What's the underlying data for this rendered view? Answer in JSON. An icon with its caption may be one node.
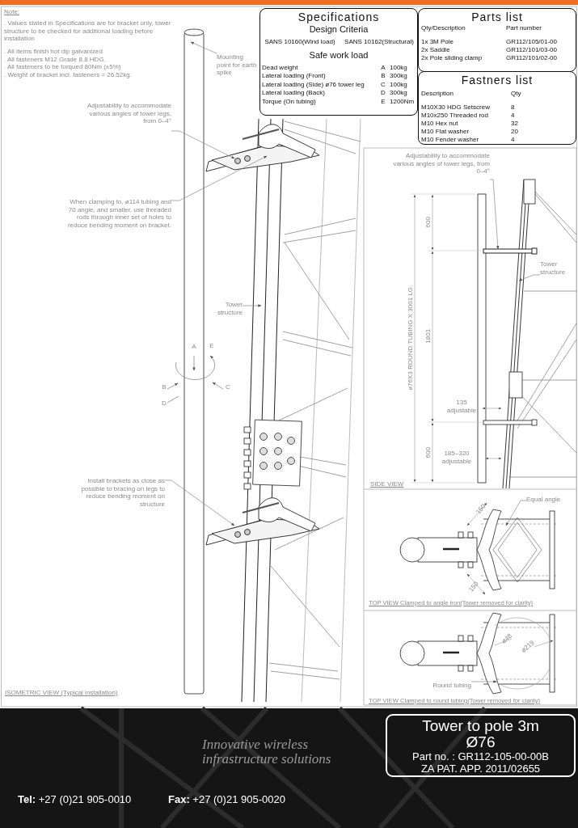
{
  "diagram": {
    "nodes": [
      {
        "text": [
          "Specifications"
        ]
      },
      {
        "text": [
          "Parts list"
        ]
      },
      {
        "text": [
          "Fastners list"
        ]
      },
      {
        "text": [
          "Mounting point for earth spike"
        ]
      },
      {
        "text": [
          "Adjustability to accommodate various angles of tower legs, from 0–4°"
        ]
      },
      {
        "text": [
          "When clamping to, ø114 tubing and 70 angle, and smaller, use threaded rods through inner set of holes to reduce bending moment on bracket."
        ]
      },
      {
        "text": [
          "Tower structure"
        ]
      },
      {
        "text": [
          "Install brackets as close as possible to bracing on legs to reduce bending moment on structure"
        ]
      },
      {
        "text": [
          "Adjustability to accommodate various angles of tower legs, from 0–4°"
        ]
      },
      {
        "text": [
          "Tower structure"
        ]
      },
      {
        "text": [
          "Equal angle"
        ]
      },
      {
        "text": [
          "Round tubing"
        ]
      },
      {
        "text": [
          "Tower to pole 3m Ø76",
          "Part no. : GR112-105-00-00B",
          "ZA PAT. APP. 2011/02655"
        ]
      },
      {
        "text": [],
        "shape": "cylinder"
      },
      {
        "text": [],
        "shape": "picture"
      },
      {
        "text": [],
        "shape": "picture"
      },
      {
        "text": [],
        "shape": "picture"
      },
      {
        "text": [],
        "shape": "bar"
      },
      {
        "text": [],
        "shape": "picture"
      },
      {
        "text": [],
        "shape": "diamond"
      },
      {
        "text": [],
        "shape": "circle"
      }
    ],
    "edges": [
      {
        "from": 3,
        "to": 13,
        "arrow": "to"
      },
      {
        "from": 4,
        "to": 14,
        "arrow": "to"
      },
      {
        "from": 5,
        "to": 14,
        "arrow": "to"
      },
      {
        "from": 6,
        "to": 15,
        "arrow": "to"
      },
      {
        "from": 7,
        "to": 16,
        "arrow": "to"
      },
      {
        "from": 8,
        "to": 17,
        "arrow": "to"
      },
      {
        "from": 9,
        "to": 18,
        "arrow": "to"
      },
      {
        "from": 10,
        "to": 19,
        "arrow": "to"
      },
      {
        "from": 11,
        "to": 20,
        "arrow": "to"
      }
    ],
    "labels": [
      "Note:",
      ". Values stated in Specifications are for bracket only, tower structure to be checked for additional loading before installation",
      ". All items finish hot dip galvanized",
      ". All fasteners M12 Grade 8.8 HDG.",
      ". All fasteners to be torqued 80Nm (±5%)",
      ". Weight of bracket incl. fasteners = 26.52kg.",
      "A",
      "E",
      "B",
      "C",
      "D",
      "ISOMETRIC VIEW (Typical installation)",
      "Design Criteria",
      "SANS 10160(Wind load)",
      "SANS 10162(Structural)",
      "Safe work load",
      "Dead weight",
      "A",
      "100kg",
      "Lateral loading (Front)",
      "B",
      "300kg",
      "Lateral loading (Side) ø76 tower leg",
      "C",
      "100kg",
      "Lateral loading (Back)",
      "D",
      "300kg",
      "Torque (On tubing)",
      "E",
      "1200Nm",
      "Qty/Description",
      "Part number",
      "1x 3M Pole",
      "GR112/105/01-00",
      "2x Saddle",
      "GR112/101/03-00",
      "2x Pole sliding clamp",
      "GR112/101/02-00",
      "Description",
      "Qty",
      "M10X30 HDG Setscrew",
      "8",
      "M10x250 Threaded rod",
      "4",
      "M10 Hex nut",
      "32",
      "M10 Flat washer",
      "20",
      "M10 Fender washer",
      "4",
      "ø76X3 ROUND TUBING X 3001 LG.",
      "600",
      "1801",
      "600",
      "135 adjustable",
      "185–320 adjustable",
      "SIDE VIEW",
      "150",
      "150",
      "TOP VIEW Clamped to angle iron(Tower removed for clarity)",
      "ø48",
      "ø219",
      "TOP VIEW Clamped to round tubing(Tower removed for clarity)",
      "Innovative wireless infrastructure solutions",
      "**Tel:** +27 (0)21 905-0010",
      "**Fax:** +27 (0)21 905-0020"
    ]
  }
}
